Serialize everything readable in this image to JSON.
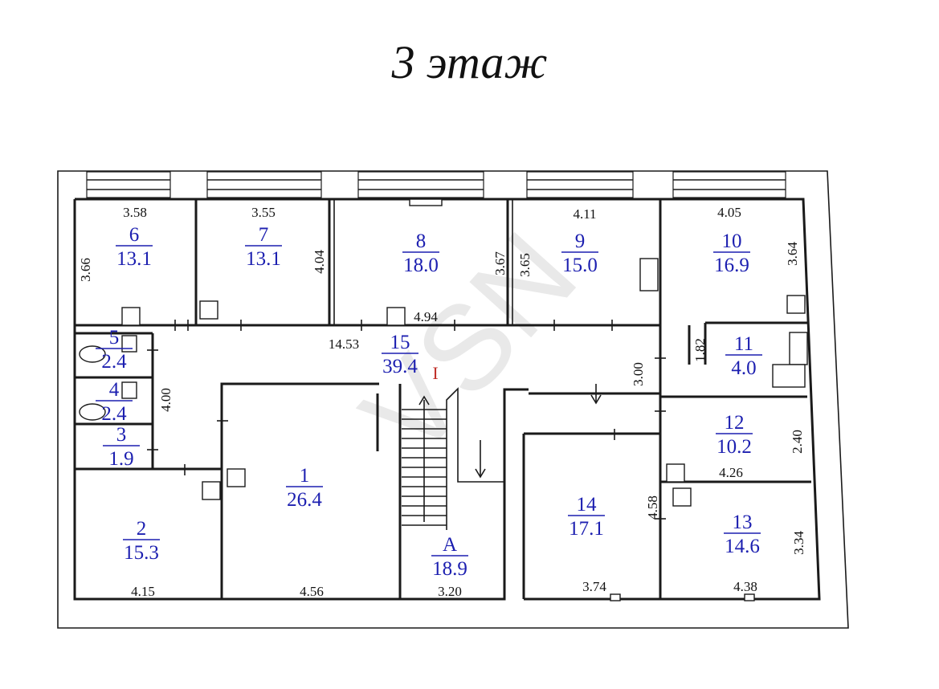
{
  "title": "3 этаж",
  "watermark": "VSN",
  "stair_mark": "I",
  "rooms": [
    {
      "no": "6",
      "area": "13.1"
    },
    {
      "no": "7",
      "area": "13.1"
    },
    {
      "no": "8",
      "area": "18.0"
    },
    {
      "no": "9",
      "area": "15.0"
    },
    {
      "no": "10",
      "area": "16.9"
    },
    {
      "no": "11",
      "area": "4.0"
    },
    {
      "no": "5",
      "area": "2.4"
    },
    {
      "no": "4",
      "area": "2.4"
    },
    {
      "no": "3",
      "area": "1.9"
    },
    {
      "no": "15",
      "area": "39.4"
    },
    {
      "no": "1",
      "area": "26.4"
    },
    {
      "no": "2",
      "area": "15.3"
    },
    {
      "no": "A",
      "area": "18.9"
    },
    {
      "no": "14",
      "area": "17.1"
    },
    {
      "no": "12",
      "area": "10.2"
    },
    {
      "no": "13",
      "area": "14.6"
    }
  ],
  "dimensions": [
    "3.58",
    "3.55",
    "4.11",
    "4.05",
    "3.66",
    "4.04",
    "3.67",
    "3.65",
    "3.64",
    "4.94",
    "14.53",
    "1.82",
    "3.00",
    "4.00",
    "2.40",
    "4.26",
    "4.58",
    "3.34",
    "4.15",
    "4.56",
    "3.20",
    "3.74",
    "4.38"
  ],
  "colors": {
    "room_label": "#1c1fb0",
    "stair_mark": "#c0302a",
    "wall": "#1a1a1a"
  }
}
